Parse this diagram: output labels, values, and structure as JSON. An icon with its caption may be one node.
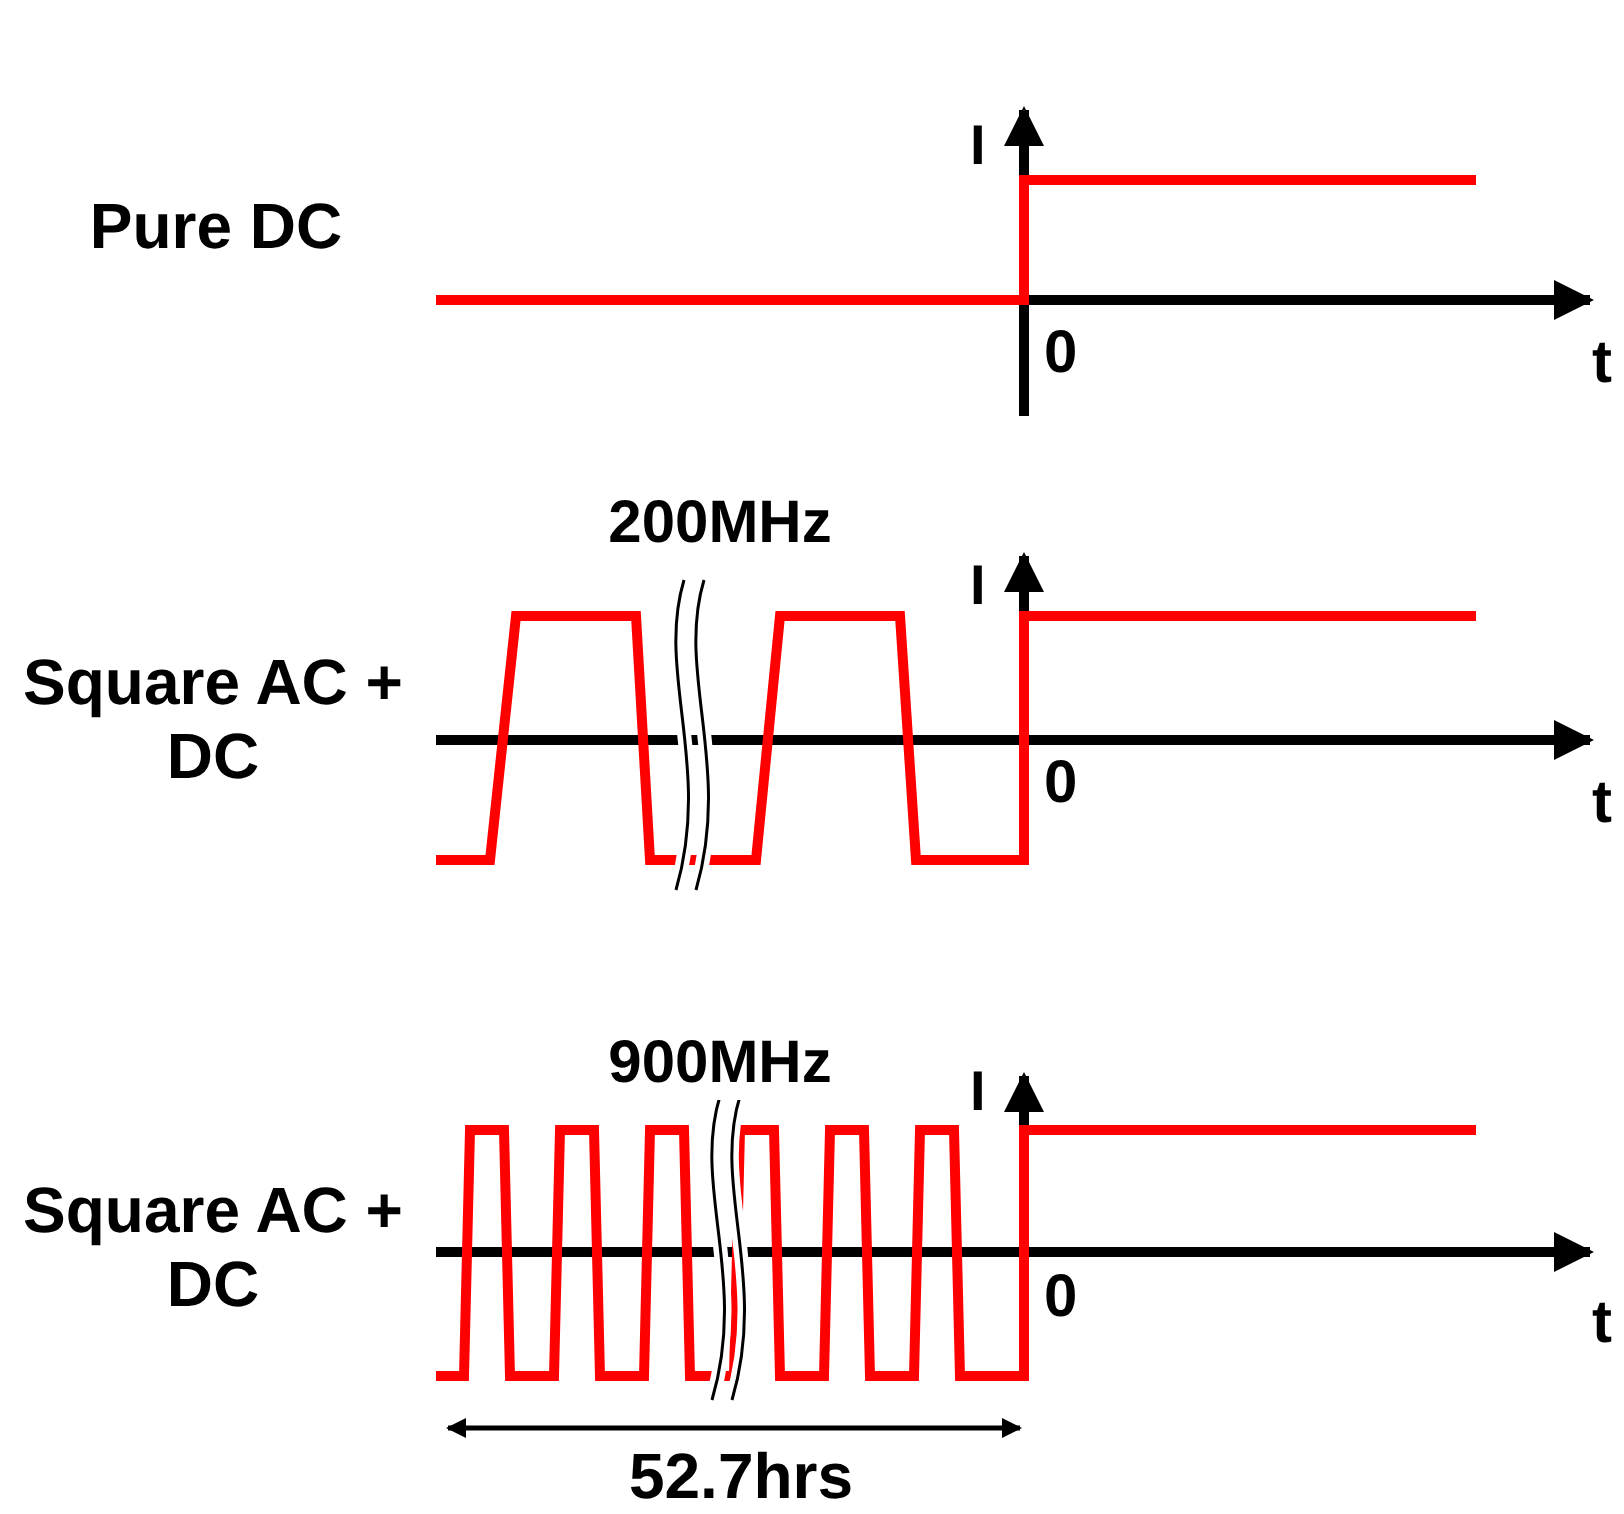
{
  "diagram": {
    "labels": [
      "Pure DC",
      "I",
      "0",
      "t",
      "200MHz",
      "I",
      "Square AC + DC",
      "0",
      "t",
      "900MHz",
      "I",
      "Square AC + DC",
      "0",
      "t",
      "52.7hrs"
    ]
  }
}
